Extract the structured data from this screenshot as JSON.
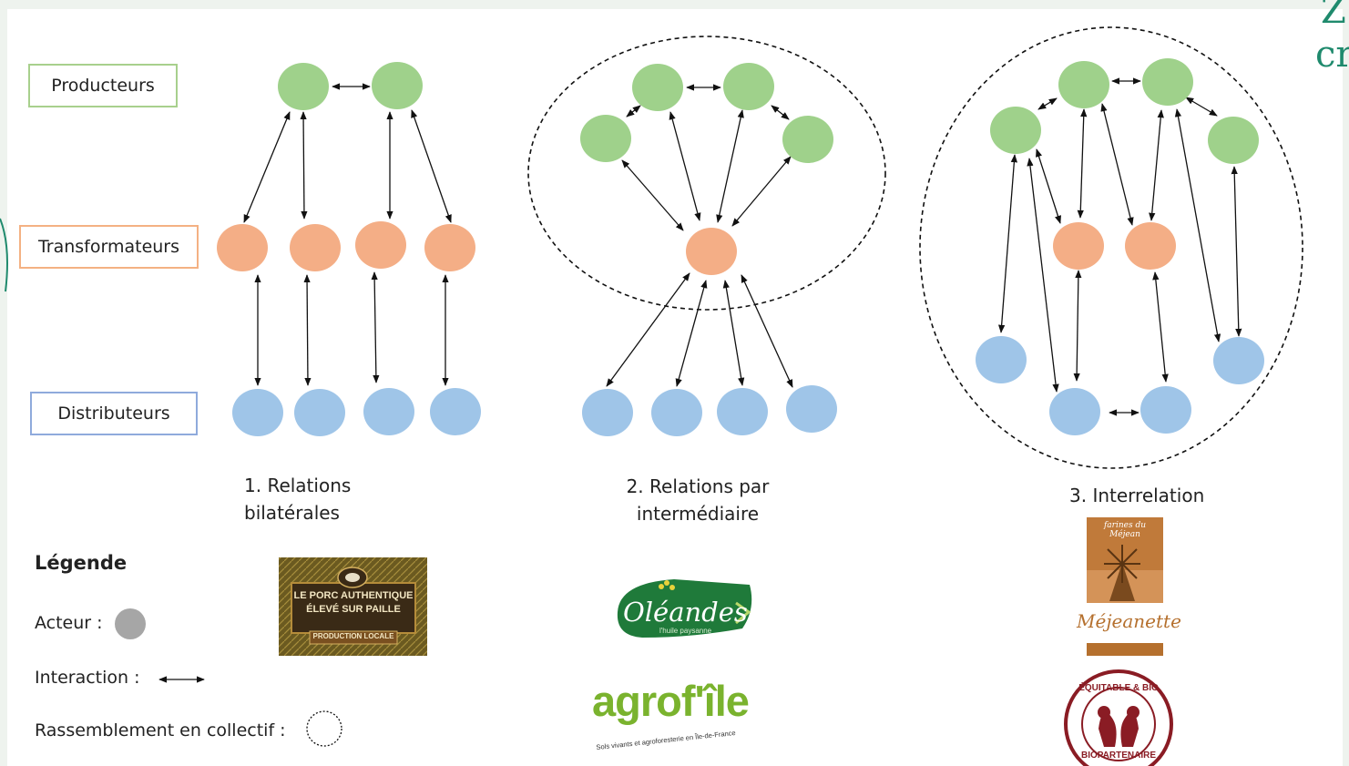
{
  "labels": {
    "producteurs": "Producteurs",
    "transformateurs": "Transformateurs",
    "distributeurs": "Distributeurs"
  },
  "captions": {
    "c1_line1": "1. Relations",
    "c1_line2": "bilatérales",
    "c2_line1": "2. Relations par",
    "c2_line2": "intermédiaire",
    "c3": "3. Interrelation"
  },
  "legend": {
    "title": "Légende",
    "acteur": "Acteur :",
    "interaction": "Interaction :",
    "rassemblement": "Rassemblement  en collectif :"
  },
  "corner": {
    "line1": "Z",
    "line2": "cr"
  },
  "logos": {
    "porc_line1": "LE PORC AUTHENTIQUE",
    "porc_line2": "ÉLEVÉ SUR PAILLE",
    "porc_line3": "PRODUCTION LOCALE",
    "oleandes": "Oléandes",
    "oleandes_sub": "l'huile paysanne",
    "agrofile": "agrof'île",
    "agrofile_sub": "Sols vivants et agroforesterie en Île-de-France",
    "mejeanette_top": "farines du Méjean",
    "mejeanette": "Méjeanette",
    "bio_top": "ÉQUITABLE & BIO",
    "bio_bottom": "BIOPARTENAIRE"
  },
  "colors": {
    "producteur": "#9fd18b",
    "transformateur": "#f4ae86",
    "distributeur": "#9fc5e8",
    "acteur": "#a6a6a6",
    "producteur_border": "#a8d08d",
    "transformateur_border": "#f4b183",
    "distributeur_border": "#8faadc",
    "accent": "#1f8a6d"
  }
}
